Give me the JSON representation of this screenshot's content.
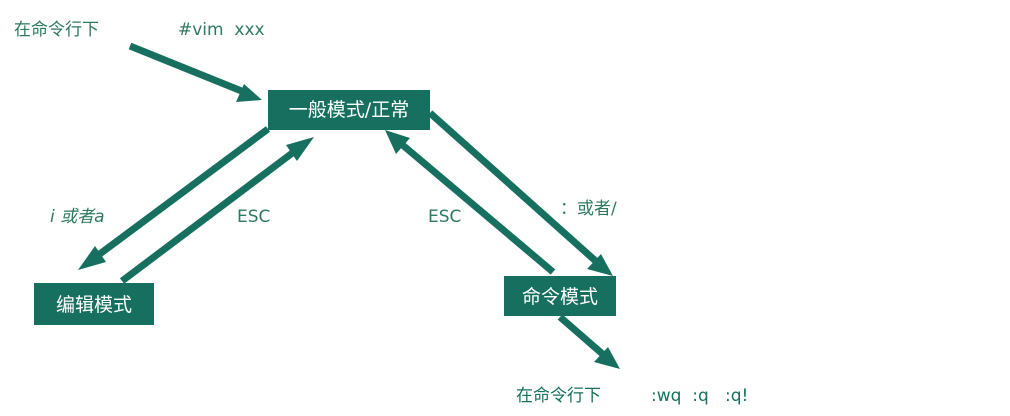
{
  "nodes": {
    "normal_mode": "一般模式/正常",
    "insert_mode": "编辑模式",
    "command_mode": "命令模式"
  },
  "labels": {
    "top_prompt": "在命令行下",
    "top_command": "#vim  xxx",
    "enter_insert": "i 或者a",
    "esc_left": "ESC",
    "esc_right": "ESC",
    "enter_command": "：或者/",
    "bottom_prompt": "在命令行下",
    "bottom_commands": ":wq  :q   :q!"
  },
  "colors": {
    "box_fill": "#17705f",
    "arrow": "#17705f",
    "label_text": "#2e7a60",
    "box_text": "#ffffff"
  }
}
